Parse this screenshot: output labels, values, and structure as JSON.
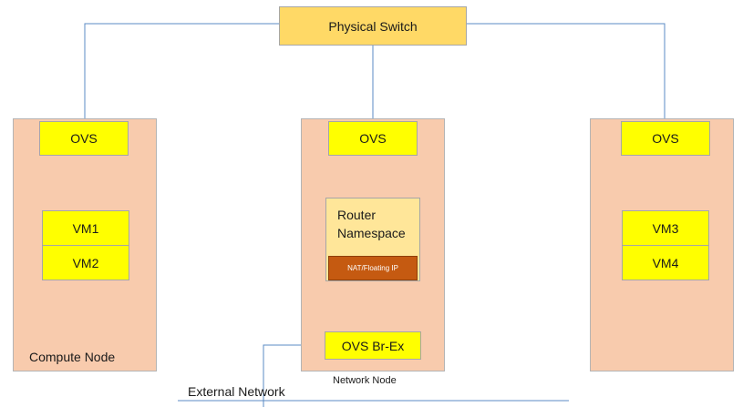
{
  "physical_switch": {
    "label": "Physical Switch"
  },
  "compute_node_left": {
    "label": "Compute Node",
    "ovs": "OVS",
    "vms": [
      "VM1",
      "VM2"
    ]
  },
  "network_node": {
    "label": "Network Node",
    "ovs": "OVS",
    "router": {
      "line1": "Router",
      "line2": "Namespace",
      "nat": "NAT/Floating IP"
    },
    "br_ex": "OVS Br-Ex"
  },
  "compute_node_right": {
    "ovs": "OVS",
    "vms": [
      "VM3",
      "VM4"
    ]
  },
  "external_network": {
    "label": "External Network"
  },
  "colors": {
    "link": "#5b8bc4",
    "node_fill": "#f8cbad",
    "switch_fill": "#ffd966",
    "ovs_fill": "#ffff00",
    "router_fill": "#ffe699",
    "nat_fill": "#c55a11"
  }
}
